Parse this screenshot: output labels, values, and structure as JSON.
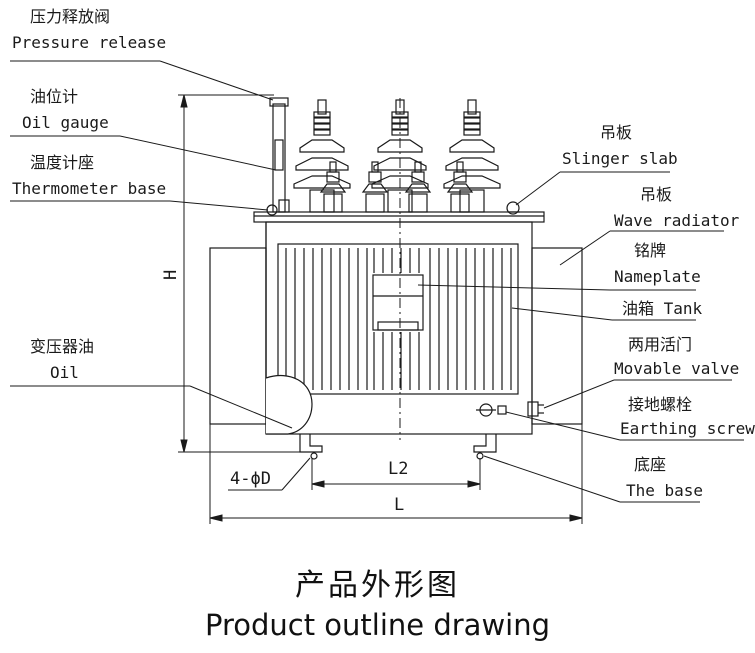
{
  "labels": {
    "pressure_release_cn": "压力释放阀",
    "pressure_release_en": "Pressure release",
    "oil_gauge_cn": "油位计",
    "oil_gauge_en": "Oil gauge",
    "thermometer_base_cn": "温度计座",
    "thermometer_base_en": "Thermometer base",
    "oil_cn": "变压器油",
    "oil_en": "Oil",
    "slinger_slab_cn": "吊板",
    "slinger_slab_en": "Slinger slab",
    "wave_radiator_cn": "吊板",
    "wave_radiator_en": "Wave radiator",
    "nameplate_cn": "铭牌",
    "nameplate_en": "Nameplate",
    "tank": "油箱 Tank",
    "movable_valve_cn": "两用活门",
    "movable_valve_en": "Movable valve",
    "earthing_screw_cn": "接地螺栓",
    "earthing_screw_en": "Earthing screw",
    "base_cn": "底座",
    "base_en": "The base"
  },
  "dimensions": {
    "height": "H",
    "hole": "4-ϕD",
    "l2": "L2",
    "l": "L"
  },
  "caption": {
    "chinese": "产品外形图",
    "english": "Product outline drawing"
  }
}
